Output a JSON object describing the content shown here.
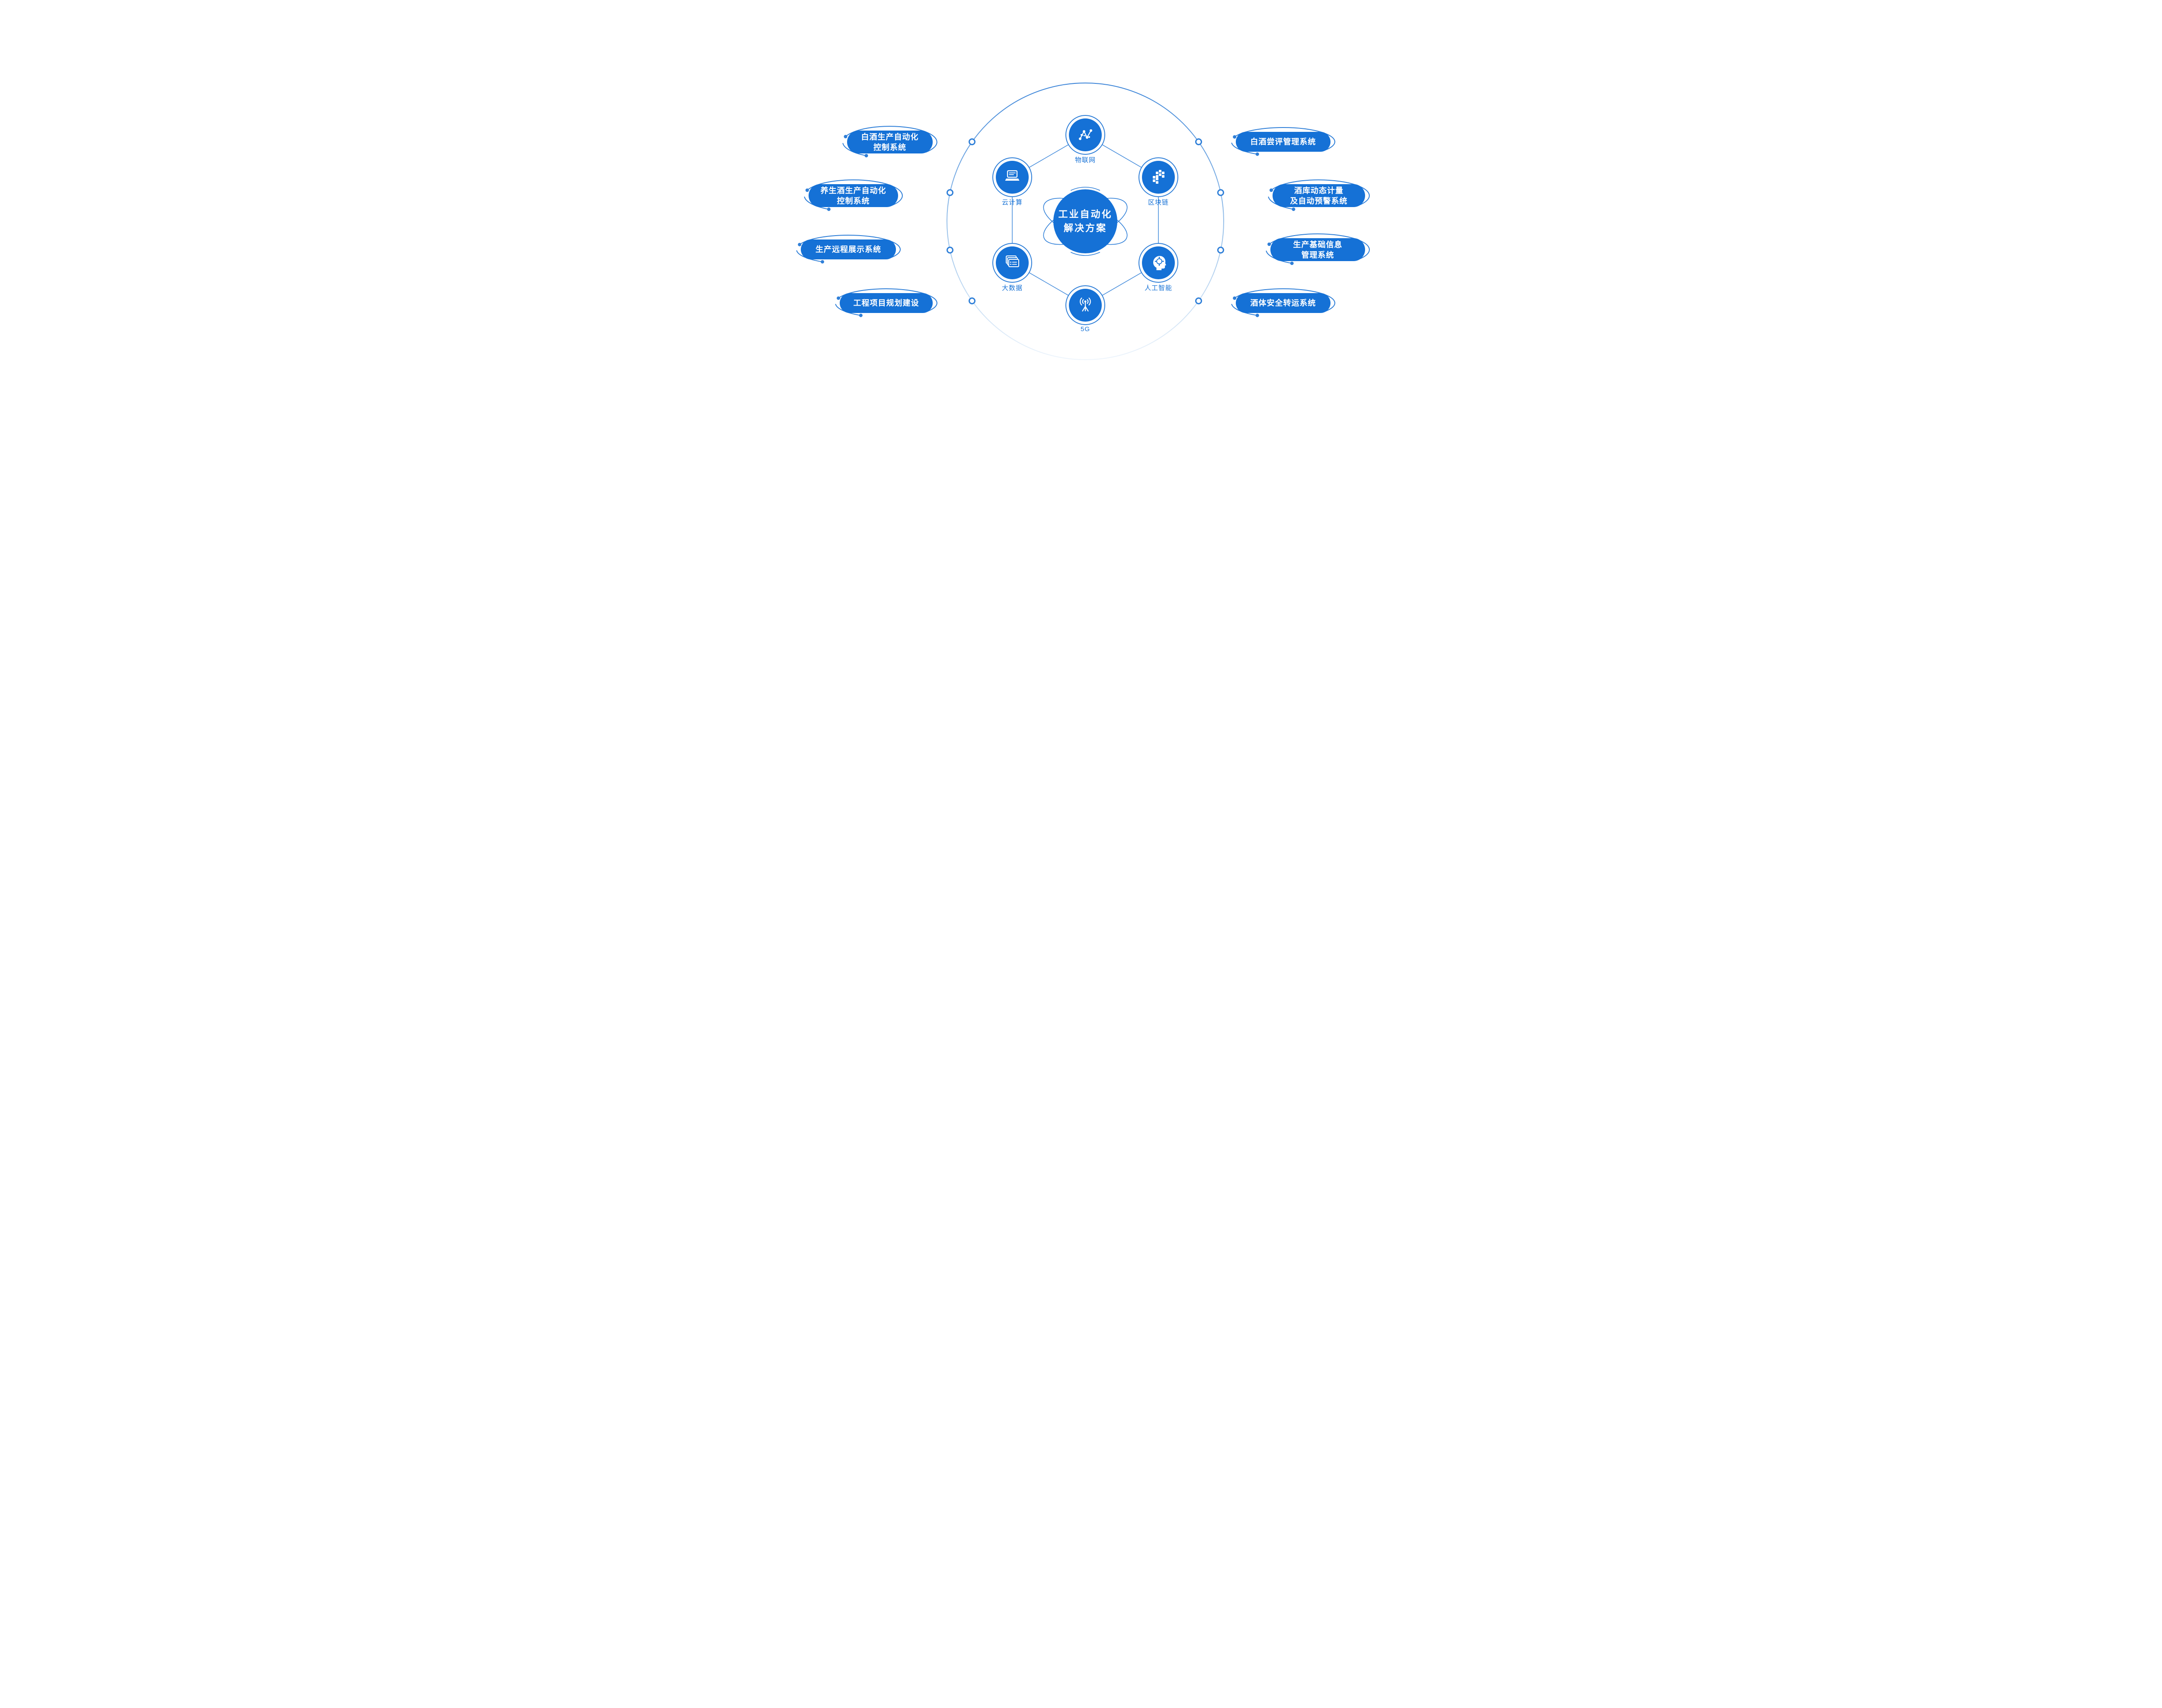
{
  "center": {
    "line1": "工业自动化",
    "line2": "解决方案"
  },
  "nodes": [
    {
      "id": "iot",
      "label": "物联网"
    },
    {
      "id": "blockchain",
      "label": "区块链"
    },
    {
      "id": "ai",
      "label": "人工智能"
    },
    {
      "id": "5g",
      "label": "5G"
    },
    {
      "id": "bigdata",
      "label": "大数据"
    },
    {
      "id": "cloud",
      "label": "云计算"
    }
  ],
  "left_items": [
    {
      "line1": "白酒生产自动化",
      "line2": "控制系统"
    },
    {
      "line1": "养生酒生产自动化",
      "line2": "控制系统"
    },
    {
      "line1": "生产远程展示系统",
      "line2": ""
    },
    {
      "line1": "工程项目规划建设",
      "line2": ""
    }
  ],
  "right_items": [
    {
      "line1": "白酒尝评管理系统",
      "line2": ""
    },
    {
      "line1": "酒库动态计量",
      "line2": "及自动预警系统"
    },
    {
      "line1": "生产基础信息",
      "line2": "管理系统"
    },
    {
      "line1": "酒体安全转运系统",
      "line2": ""
    }
  ],
  "colors": {
    "primary_blue": "#1571d6",
    "ring_blue": "#2f7fd8",
    "connector_blue": "#4a8fdc",
    "ring_fade": "#eef5fc",
    "background": "#ffffff",
    "text_on_blue": "#ffffff"
  }
}
